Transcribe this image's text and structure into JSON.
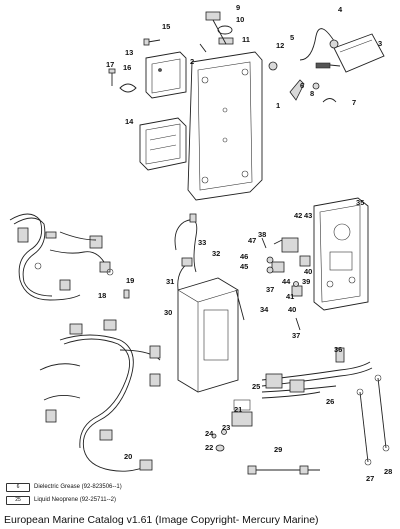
{
  "labels": [
    "1",
    "2",
    "3",
    "4",
    "5",
    "6",
    "7",
    "8",
    "9",
    "10",
    "11",
    "12",
    "13",
    "14",
    "15",
    "16",
    "17",
    "18",
    "19",
    "20",
    "21",
    "22",
    "23",
    "24",
    "25",
    "26",
    "27",
    "28",
    "29",
    "30",
    "31",
    "32",
    "33",
    "34",
    "35",
    "36",
    "37",
    "37",
    "38",
    "39",
    "40",
    "40",
    "41",
    "42",
    "43",
    "44",
    "45",
    "46",
    "47"
  ],
  "legend": [
    {
      "icon": "6",
      "text": "Dielectric Grease (92-823506--1)"
    },
    {
      "icon": "25",
      "text": "Liquid Neoprene (92-25711--2)"
    }
  ],
  "caption": "European Marine Catalog v1.61 (Image Copyright- Mercury Marine)"
}
